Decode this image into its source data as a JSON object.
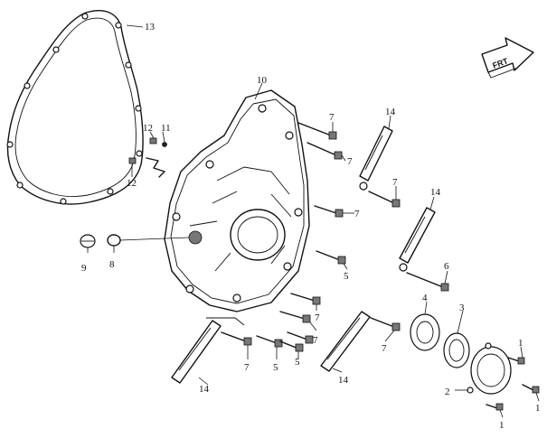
{
  "direction_arrow": {
    "label": "FRT"
  },
  "callouts": {
    "c1a": "1",
    "c1b": "1",
    "c1c": "1",
    "c2": "2",
    "c3": "3",
    "c4": "4",
    "c5a": "5",
    "c5b": "5",
    "c5c": "5",
    "c6": "6",
    "c7a": "7",
    "c7b": "7",
    "c7c": "7",
    "c7d": "7",
    "c7e": "7",
    "c7f": "7",
    "c7g": "7",
    "c7h": "7",
    "c8": "8",
    "c9": "9",
    "c10": "10",
    "c11": "11",
    "c12a": "12",
    "c12b": "12",
    "c13": "13",
    "c14a": "14",
    "c14b": "14",
    "c14c": "14",
    "c14d": "14"
  }
}
